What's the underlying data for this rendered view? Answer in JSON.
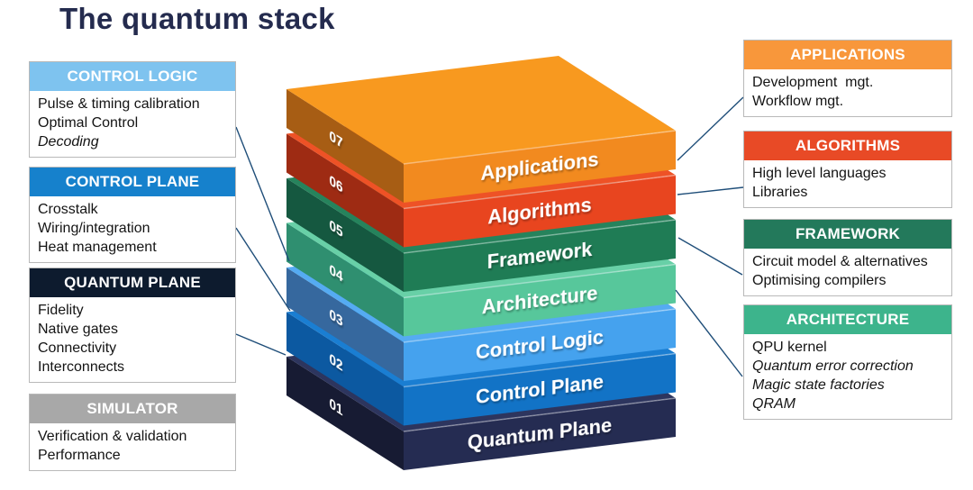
{
  "title": "The quantum stack",
  "title_color": "#242b4e",
  "connector_color": "#1f4e79",
  "stack": {
    "layers": [
      {
        "num": "07",
        "label": "Applications",
        "front": "#f28a1f",
        "top": "#f8991f",
        "side": "#a75d14"
      },
      {
        "num": "06",
        "label": "Algorithms",
        "front": "#e8451f",
        "top": "#ee5226",
        "side": "#9e2b13"
      },
      {
        "num": "05",
        "label": "Framework",
        "front": "#1f7c55",
        "top": "#26835c",
        "side": "#155840"
      },
      {
        "num": "04",
        "label": "Architecture",
        "front": "#57c79b",
        "top": "#68d0a7",
        "side": "#2f8f70"
      },
      {
        "num": "03",
        "label": "Control Logic",
        "front": "#45a2ee",
        "top": "#55abf2",
        "side": "#36689e"
      },
      {
        "num": "02",
        "label": "Control Plane",
        "front": "#1273c6",
        "top": "#1a7ed2",
        "side": "#0c59a1"
      },
      {
        "num": "01",
        "label": "Quantum Plane",
        "front": "#252c52",
        "top": "#2d355e",
        "side": "#171b33"
      }
    ]
  },
  "left_boxes": [
    {
      "header": "CONTROL LOGIC",
      "header_color": "#7ec3ef",
      "lines": [
        {
          "text": "Pulse & timing calibration",
          "italic": false
        },
        {
          "text": "Optimal Control",
          "italic": false
        },
        {
          "text": "Decoding",
          "italic": true
        }
      ]
    },
    {
      "header": "CONTROL PLANE",
      "header_color": "#1681cc",
      "lines": [
        {
          "text": "Crosstalk",
          "italic": false
        },
        {
          "text": "Wiring/integration",
          "italic": false
        },
        {
          "text": "Heat management",
          "italic": false
        }
      ]
    },
    {
      "header": "QUANTUM PLANE",
      "header_color": "#0d1b2e",
      "lines": [
        {
          "text": "Fidelity",
          "italic": false
        },
        {
          "text": "Native gates",
          "italic": false
        },
        {
          "text": "Connectivity",
          "italic": false
        },
        {
          "text": "Interconnects",
          "italic": false
        }
      ]
    },
    {
      "header": "SIMULATOR",
      "header_color": "#a8a8a8",
      "lines": [
        {
          "text": "Verification & validation",
          "italic": false
        },
        {
          "text": "Performance",
          "italic": false
        }
      ]
    }
  ],
  "right_boxes": [
    {
      "header": "APPLICATIONS",
      "header_color": "#f8973b",
      "lines": [
        {
          "text": "Development  mgt.",
          "italic": false
        },
        {
          "text": "Workflow mgt.",
          "italic": false
        }
      ]
    },
    {
      "header": "ALGORITHMS",
      "header_color": "#e84a26",
      "lines": [
        {
          "text": "High level languages",
          "italic": false
        },
        {
          "text": "Libraries",
          "italic": false
        }
      ]
    },
    {
      "header": "FRAMEWORK",
      "header_color": "#23795b",
      "lines": [
        {
          "text": "Circuit model & alternatives",
          "italic": false
        },
        {
          "text": "Optimising compilers",
          "italic": false
        }
      ]
    },
    {
      "header": "ARCHITECTURE",
      "header_color": "#3db48c",
      "lines": [
        {
          "text": "QPU kernel",
          "italic": false
        },
        {
          "text": "Quantum error correction",
          "italic": true
        },
        {
          "text": "Magic state factories",
          "italic": true
        },
        {
          "text": "QRAM",
          "italic": true
        }
      ]
    }
  ]
}
